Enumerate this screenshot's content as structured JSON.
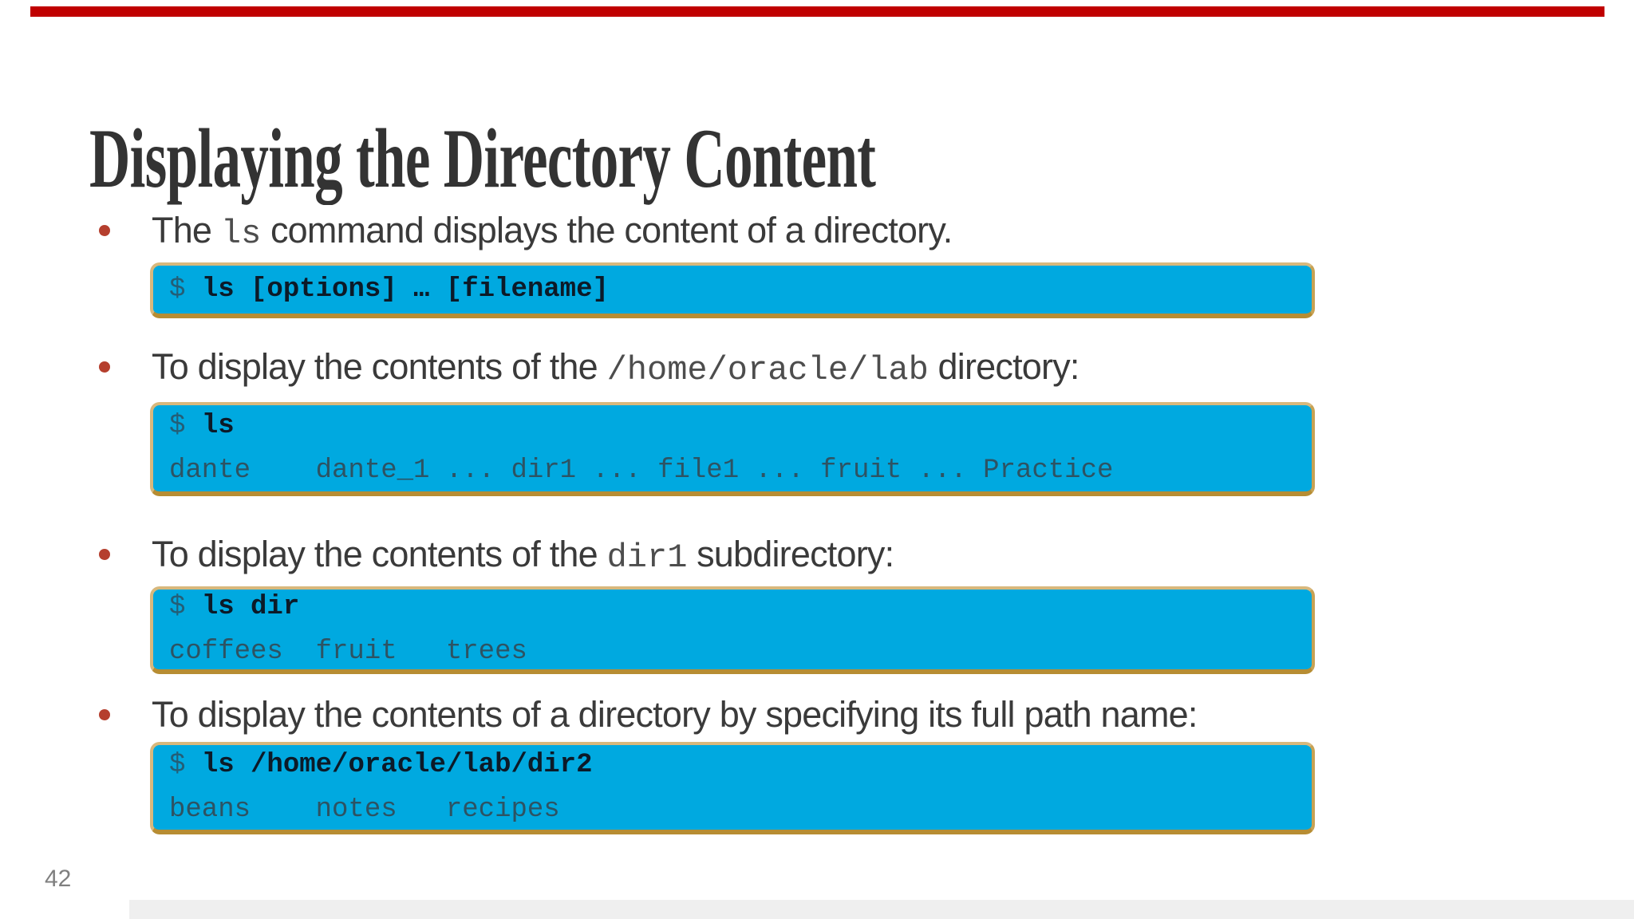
{
  "slide": {
    "title": "Displaying the Directory Content",
    "page_number": "42",
    "colors": {
      "accent_bar": "#C00000",
      "bullet_dot": "#B53F2E",
      "box_fill": "#00A9E0",
      "box_border": "#D8B87C",
      "box_border_dark": "#B78D33"
    },
    "items": [
      {
        "bullet_segments": [
          {
            "type": "text",
            "value": "The "
          },
          {
            "type": "code",
            "value": "ls"
          },
          {
            "type": "text",
            "value": " command displays the content of a directory."
          }
        ],
        "code_box": {
          "prompt": "$",
          "command": "ls [options] … [filename]",
          "output_lines": []
        }
      },
      {
        "bullet_segments": [
          {
            "type": "text",
            "value": "To display the contents of the "
          },
          {
            "type": "code",
            "value": "/home/oracle/lab"
          },
          {
            "type": "text",
            "value": " directory:"
          }
        ],
        "code_box": {
          "prompt": "$",
          "command": "ls",
          "output_lines": [
            "dante    dante_1 ... dir1 ... file1 ... fruit ... Practice"
          ]
        }
      },
      {
        "bullet_segments": [
          {
            "type": "text",
            "value": "To display the contents of the "
          },
          {
            "type": "code",
            "value": "dir1"
          },
          {
            "type": "text",
            "value": " subdirectory:"
          }
        ],
        "code_box": {
          "prompt": "$",
          "command": "ls dir",
          "output_lines": [
            "coffees  fruit   trees"
          ]
        }
      },
      {
        "bullet_segments": [
          {
            "type": "text",
            "value": "To display the contents of a directory by specifying its full path name:"
          }
        ],
        "code_box": {
          "prompt": "$",
          "command": "ls /home/oracle/lab/dir2",
          "output_lines": [
            "beans    notes   recipes"
          ]
        }
      }
    ]
  }
}
